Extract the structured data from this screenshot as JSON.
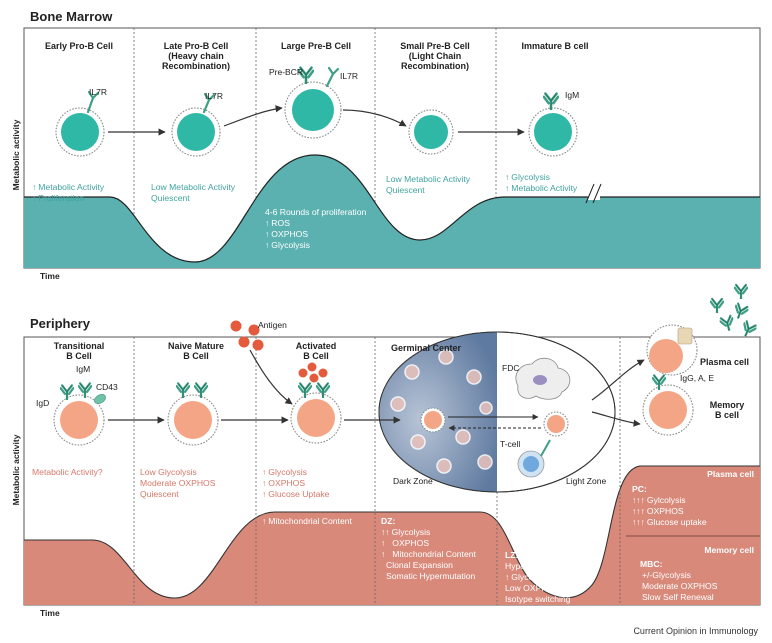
{
  "bone_marrow": {
    "title": "Bone Marrow",
    "stages": [
      "Early Pro-B Cell",
      "Late Pro-B Cell",
      "(Heavy chain",
      "Recombination)",
      "Large Pre-B Cell",
      "Small Pre-B Cell",
      "(Light Chain",
      "Recombination)",
      "Immature B cell"
    ],
    "receptors": {
      "il7r": "IL7R",
      "prebcr": "Pre-BCR",
      "igm": "IgM"
    },
    "notes": {
      "early": [
        "Metabolic Activity",
        "Proliferation"
      ],
      "late": [
        "Low Metabolic Activity",
        "Quiescent"
      ],
      "large": [
        "4-6 Rounds of proliferation",
        "ROS",
        "OXPHOS",
        "Glycolysis"
      ],
      "small": [
        "Low Metabolic Activity",
        "Quiescent"
      ],
      "immature": [
        "Glycolysis",
        "Metabolic Activity"
      ]
    }
  },
  "periphery": {
    "title": "Periphery",
    "stages": [
      "Transitional",
      "B Cell",
      "Naive Mature",
      "B Cell",
      "Activated",
      "B Cell",
      "Germinal Center",
      "Plasma cell",
      "Memory",
      "B cell"
    ],
    "labels": {
      "antigen": "Antigen",
      "igd": "IgD",
      "igm": "IgM",
      "cd43": "CD43",
      "fdc": "FDC",
      "tcell": "T-cell",
      "dark_zone": "Dark Zone",
      "light_zone": "Light Zone",
      "igg": "IgG, A, E"
    },
    "notes": {
      "transitional": [
        "Metabolic Activity?"
      ],
      "naive": [
        "Low Glycolysis",
        "Moderate OXPHOS",
        "Quiescent"
      ],
      "activated": [
        "Glycolysis",
        "OXPHOS",
        "Glucose Uptake"
      ],
      "mito": "Mitochondrial Content",
      "dz": [
        "DZ:",
        "Glycolysis",
        "OXPHOS",
        "Mitochondrial Content",
        "Clonal Expansion",
        "Somatic Hypermutation"
      ],
      "lz": [
        "LZ:",
        "Hypoxic",
        "Glycolysis",
        "Low OXPHOS",
        "Isotype switching"
      ],
      "plasma_header": "Plasma cell",
      "pc": [
        "PC:",
        "Gylcolysis",
        "OXPHOS",
        "Glucose uptake"
      ],
      "memory_header": "Memory cell",
      "mbc": [
        "MBC:",
        "+/-Glycolysis",
        "Moderate OXPHOS",
        "Slow Self Renewal"
      ]
    }
  },
  "axes": {
    "y": "Metabolic activity",
    "x": "Time"
  },
  "credit": "Current Opinion in Immunology",
  "colors": {
    "teal": "#5bb1b0",
    "teal_cell": "#2fb8a6",
    "salmon": "#d9897a",
    "salmon_cell": "#f4a585",
    "antigen": "#e45a3c",
    "gc_dark": "#6e86a8",
    "antibody": "#3f9f86"
  }
}
